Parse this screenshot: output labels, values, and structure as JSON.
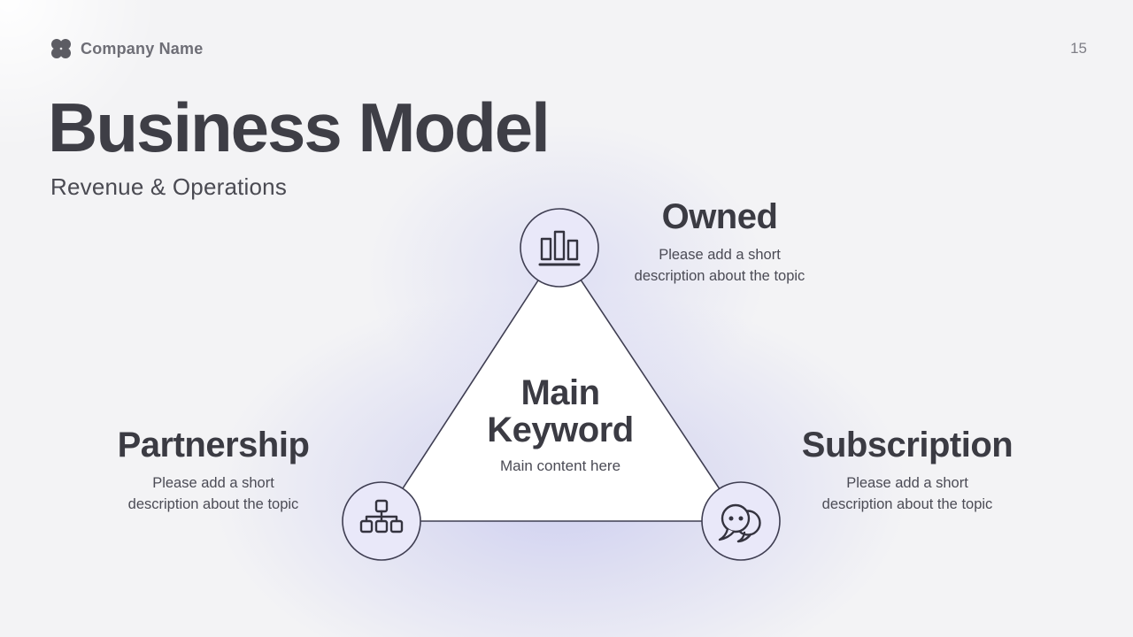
{
  "header": {
    "company_name": "Company Name",
    "page_number": "15"
  },
  "title_block": {
    "title": "Business Model",
    "subtitle": "Revenue & Operations"
  },
  "diagram": {
    "center": {
      "line1": "Main",
      "line2": "Keyword",
      "caption": "Main content here"
    },
    "nodes": [
      {
        "label": "Owned",
        "icon": "bar-chart-icon",
        "desc1": "Please add a short",
        "desc2": "description about the topic"
      },
      {
        "label": "Partnership",
        "icon": "org-chart-icon",
        "desc1": "Please add a short",
        "desc2": "description about the topic"
      },
      {
        "label": "Subscription",
        "icon": "chat-bubbles-icon",
        "desc1": "Please add a short",
        "desc2": "description about the topic"
      }
    ],
    "colors": {
      "background": "#f3f3f5",
      "glow": "#cfd0ee",
      "triangle_fill": "#ffffff",
      "node_fill": "#e9e8f9",
      "outline": "#3f3e52",
      "heading_text": "#3b3b43",
      "body_text": "#4b4b55",
      "logo": "#5c5c63"
    }
  }
}
